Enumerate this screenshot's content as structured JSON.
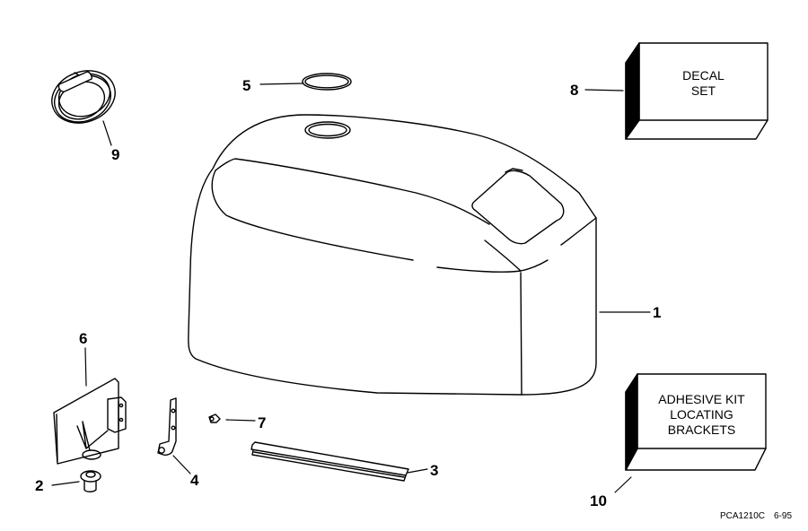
{
  "diagram": {
    "type": "exploded parts diagram",
    "subject": "engine cover (cowling) assembly",
    "callouts": [
      {
        "id": "1",
        "label": "1",
        "part": "engine cover"
      },
      {
        "id": "2",
        "label": "2",
        "part": "grommet"
      },
      {
        "id": "3",
        "label": "3",
        "part": "seal strip"
      },
      {
        "id": "4",
        "label": "4",
        "part": "bracket"
      },
      {
        "id": "5",
        "label": "5",
        "part": "ring"
      },
      {
        "id": "6",
        "label": "6",
        "part": "latch plate"
      },
      {
        "id": "7",
        "label": "7",
        "part": "screw"
      },
      {
        "id": "8",
        "label": "8",
        "part": "decal set box"
      },
      {
        "id": "9",
        "label": "9",
        "part": "cable"
      },
      {
        "id": "10",
        "label": "10",
        "part": "adhesive kit box"
      }
    ],
    "boxes": {
      "decal": {
        "line1": "DECAL",
        "line2": "SET"
      },
      "adhesive": {
        "line1": "ADHESIVE KIT",
        "line2": "LOCATING",
        "line3": "BRACKETS"
      }
    },
    "footer": {
      "code": "PCA1210C",
      "date": "6-95"
    },
    "colors": {
      "ink": "#000000",
      "background": "#ffffff"
    }
  }
}
